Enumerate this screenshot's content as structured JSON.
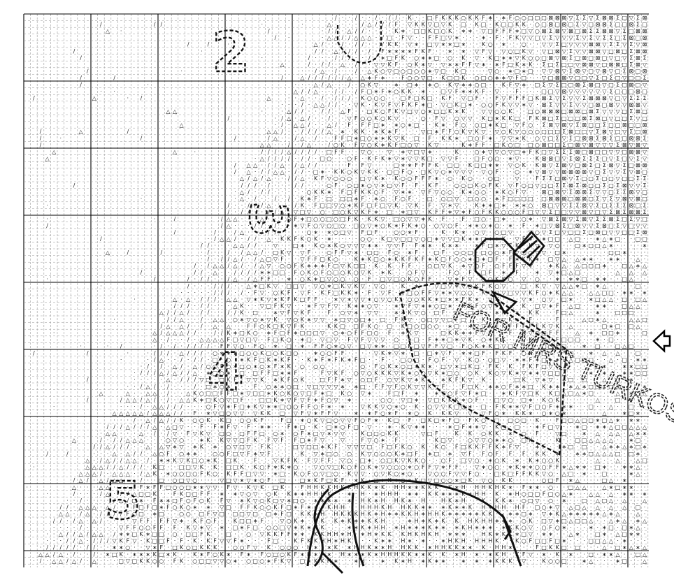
{
  "pattern": {
    "section_numbers": [
      "2",
      "3",
      "4",
      "5"
    ],
    "embroidered_text": "FOR MRS TURKOS",
    "center_marker": "center-arrow-icon",
    "colors": {
      "background": "#ffffff",
      "grid_light": "#9a9a9a",
      "grid_heavy": "#000000",
      "symbol": "#1a1a1a",
      "outline": "#111111"
    },
    "symbol_legend": [
      "·",
      "∗",
      "F",
      "K",
      "▽",
      "Σ",
      "□",
      "⊠",
      "/",
      "△",
      "○",
      "H",
      "I"
    ]
  }
}
